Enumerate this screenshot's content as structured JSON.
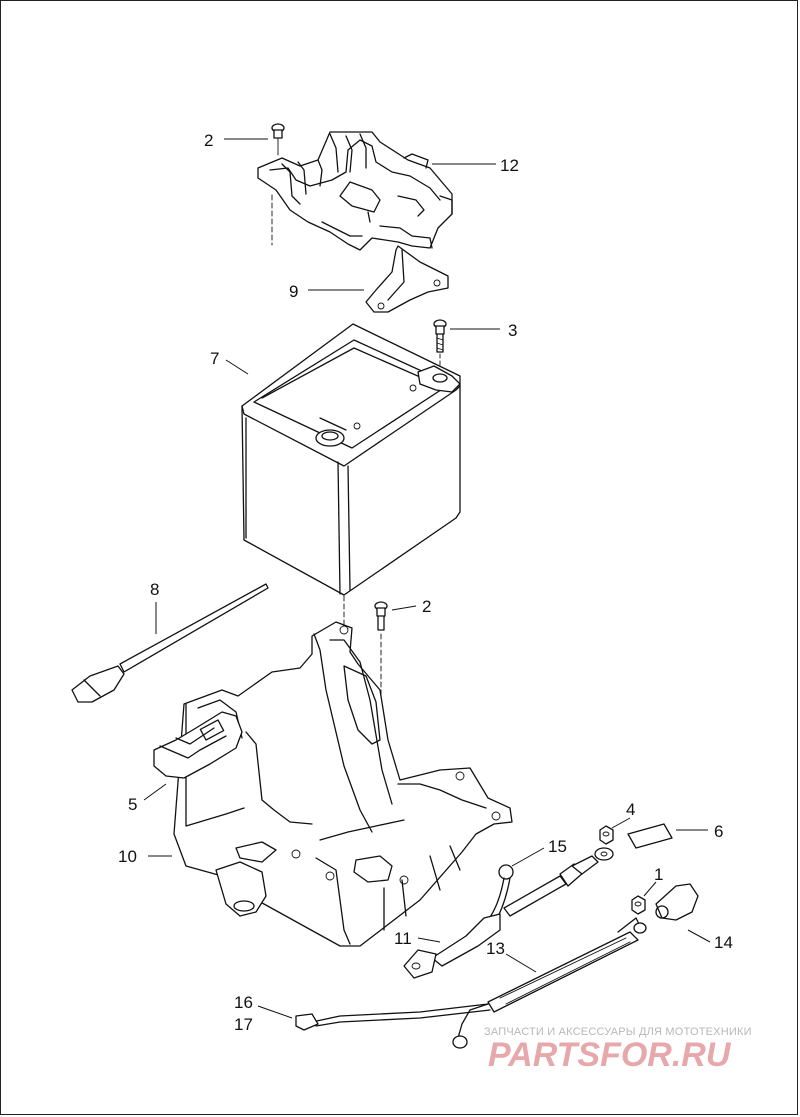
{
  "diagram": {
    "callouts": {
      "c2_top": "2",
      "c12": "12",
      "c9": "9",
      "c3": "3",
      "c7": "7",
      "c8": "8",
      "c2_mid": "2",
      "c5": "5",
      "c4": "4",
      "c6": "6",
      "c10": "10",
      "c15": "15",
      "c1": "1",
      "c11": "11",
      "c13": "13",
      "c14": "14",
      "c16": "16",
      "c17": "17"
    }
  },
  "watermark": {
    "tagline": "ЗАПЧАСТИ И АКСЕССУАРЫ ДЛЯ МОТОТЕХНИКИ",
    "logo_text": "PARTSFOR.RU"
  }
}
